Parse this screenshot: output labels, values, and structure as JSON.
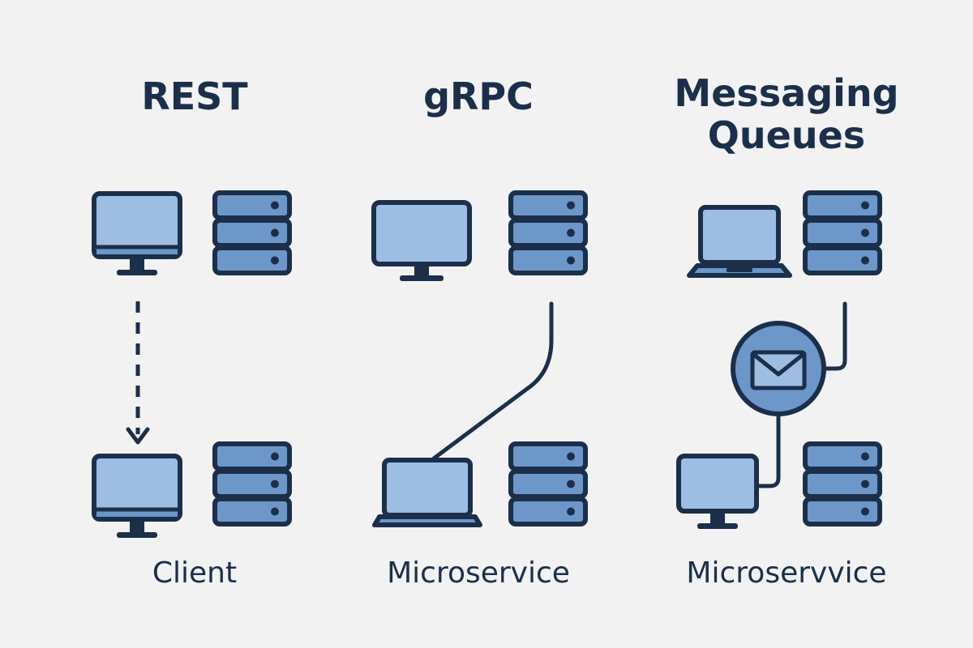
{
  "palette": {
    "background": "#f2f2f2",
    "outline": "#1b2f4a",
    "screen_fill": "#9dbde3",
    "server_fill": "#6d97c9",
    "badge_fill": "#6d97c9"
  },
  "columns": [
    {
      "title": "REST",
      "caption": "Client",
      "top_devices": [
        "monitor-icon",
        "server-icon"
      ],
      "bottom_devices": [
        "monitor-icon",
        "server-icon"
      ],
      "connector": "dashed-arrow"
    },
    {
      "title": "gRPC",
      "caption": "Microservice",
      "top_devices": [
        "monitor-icon",
        "server-icon"
      ],
      "bottom_devices": [
        "laptop-icon",
        "server-icon"
      ],
      "connector": "solid-line"
    },
    {
      "title_line1": "Messaging",
      "title_line2": "Queues",
      "caption": "Microservvice",
      "top_devices": [
        "laptop-icon",
        "server-icon"
      ],
      "bottom_devices": [
        "monitor-icon",
        "server-icon"
      ],
      "connector": "message-badge",
      "badge_icon": "envelope-icon"
    }
  ]
}
